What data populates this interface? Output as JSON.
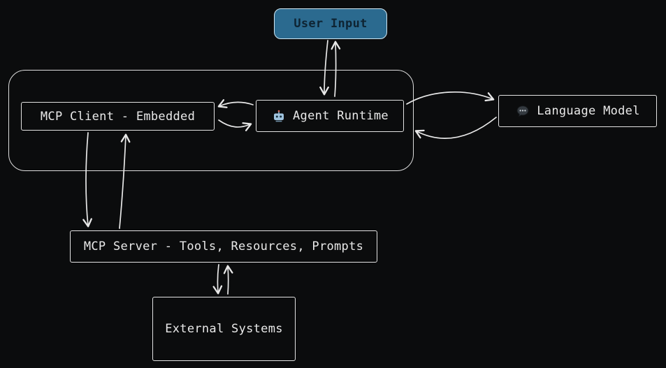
{
  "canvas": {
    "background": "#0b0c0d",
    "stroke_color": "#e8e8e8",
    "accent_blue": "#2b6a8f"
  },
  "nodes": {
    "user_input": {
      "label": "User Input",
      "fill": "#2b6a8f",
      "text_color": "#0e2433"
    },
    "mcp_client": {
      "label": "MCP Client - Embedded"
    },
    "agent_runtime": {
      "label": "Agent Runtime",
      "icon": "robot-icon"
    },
    "language_model": {
      "label": "Language Model",
      "icon": "speech-bubble-icon"
    },
    "mcp_server": {
      "label": "MCP Server - Tools, Resources, Prompts"
    },
    "external_systems": {
      "label": "External Systems"
    }
  },
  "edges": [
    {
      "from": "user_input",
      "to": "agent_runtime",
      "bidirectional": true
    },
    {
      "from": "agent_runtime",
      "to": "mcp_client",
      "bidirectional": true
    },
    {
      "from": "agent_runtime",
      "to": "language_model",
      "bidirectional": true
    },
    {
      "from": "mcp_client",
      "to": "mcp_server",
      "bidirectional": true
    },
    {
      "from": "mcp_server",
      "to": "external_systems",
      "bidirectional": true
    }
  ]
}
